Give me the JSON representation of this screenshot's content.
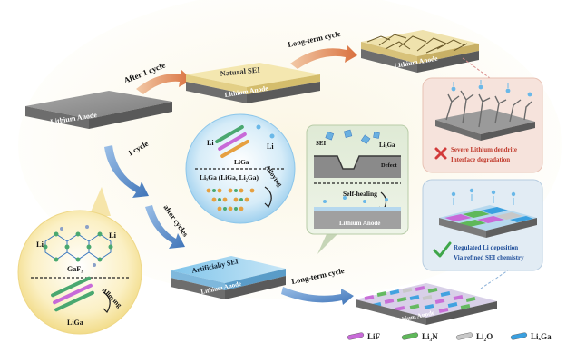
{
  "labels": {
    "anode_start": "Lithium Anode",
    "after_1_cycle": "After 1 cycle",
    "natural_sei": "Natural SEI",
    "anode_natural": "Lithium Anode",
    "long_term_cycle_top": "Long-term cycle",
    "anode_dendrite": "Lithium Anode",
    "severe_text_1": "Severe Lithium dendrite",
    "severe_text_2": "Interface degradation",
    "one_cycle": "1 cycle",
    "li_left_1": "Li",
    "li_left_2": "Li",
    "gaf3": "GaF₃",
    "alloying_left": "Alloying",
    "liga_left": "LiGa",
    "li_mid_1": "Li",
    "li_mid_2": "Li",
    "liga_mid": "LiGa",
    "li2ga_mid": "LiₓGa (LiGa, Li₂Ga)",
    "alloying_mid": "Alloying",
    "after_cycles": "after cycles",
    "sei_label": "SEI",
    "li2ga_defect": "LiₓGa",
    "defect": "Defect",
    "self_healing": "Self-healing",
    "anode_selfheal": "Lithium Anode",
    "artificial_sei": "Artificially SEI",
    "anode_artificial": "Lithium Anode",
    "long_term_cycle_bottom": "Long-term cycle",
    "anode_final": "Lithium Anode",
    "regulated_1": "Regulated Li deposition",
    "regulated_2": "Via refined SEI chemistry"
  },
  "legend": [
    {
      "label": "LiF",
      "color": "#c86ad8"
    },
    {
      "label": "Li₃N",
      "color": "#5fb85a"
    },
    {
      "label": "Li₂O",
      "color": "#c8c8c8"
    },
    {
      "label": "LiₓGa",
      "color": "#3aa0e0"
    }
  ],
  "colors": {
    "arrow_orange": "#d9855a",
    "arrow_blue": "#4a7fc0",
    "anode_gray": "#8a8a8a",
    "sei_yellow": "#f4e7b0",
    "panel_red_bg": "#f6e3dc",
    "panel_blue_bg": "#e2ecf4",
    "check_green": "#3fa64a",
    "cross_red": "#d23a3a",
    "red_text": "#c0392b",
    "blue_text": "#1f4e9a"
  }
}
